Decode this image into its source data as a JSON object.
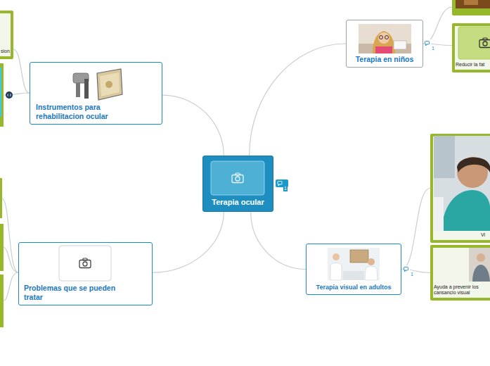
{
  "diagram": {
    "nodes": [
      {
        "text": [
          "Terapia ocular"
        ]
      },
      {
        "text": [
          "Instrumentos para rehabilitacion ocular"
        ]
      },
      {
        "text": [
          "sion"
        ]
      },
      {
        "text": [
          "Terapia en niños"
        ]
      },
      {
        "text": [
          "Reducir la fat"
        ]
      },
      {
        "text": [
          "Problemas que se pueden tratar"
        ]
      },
      {
        "text": [
          "Terapia visual en adultos"
        ]
      },
      {
        "text": [
          "Vi"
        ]
      },
      {
        "text": [
          "Ayuda a prevenir los cansancio visual"
        ]
      }
    ],
    "edges": [
      {
        "from": 0,
        "to": 1,
        "arrow": "none"
      },
      {
        "from": 0,
        "to": 3,
        "arrow": "none"
      },
      {
        "from": 0,
        "to": 5,
        "arrow": "none"
      },
      {
        "from": 0,
        "to": 6,
        "arrow": "none"
      },
      {
        "from": 1,
        "to": 2,
        "arrow": "none"
      },
      {
        "from": 3,
        "to": 4,
        "arrow": "none"
      },
      {
        "from": 6,
        "to": 7,
        "arrow": "none"
      },
      {
        "from": 6,
        "to": 8,
        "arrow": "none"
      }
    ],
    "labels": [
      "1",
      "1",
      "1"
    ]
  }
}
